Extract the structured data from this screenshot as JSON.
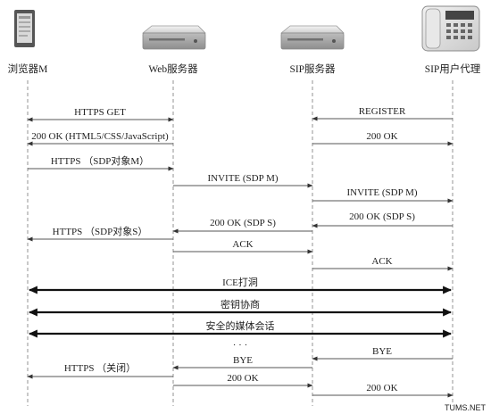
{
  "participants": {
    "browser": "浏览器M",
    "web_server": "Web服务器",
    "sip_server": "SIP服务器",
    "sip_agent": "SIP用户代理"
  },
  "messages": {
    "https_get": "HTTPS GET",
    "ok_html5": "200 OK (HTML5/CSS/JavaScript)",
    "https_sdp_m": "HTTPS （SDP对象M）",
    "register": "REGISTER",
    "ok_register": "200 OK",
    "invite_web": "INVITE (SDP M)",
    "invite_sip": "INVITE (SDP M)",
    "ok_sdp_s_sip": "200 OK (SDP S)",
    "ok_sdp_s_web": "200 OK (SDP S)",
    "https_sdp_s": "HTTPS （SDP对象S）",
    "ack_web": "ACK",
    "ack_sip": "ACK",
    "ice": "ICE打洞",
    "key_negotiation": "密钥协商",
    "secure_media": "安全的媒体会话",
    "ellipsis": "· · ·",
    "bye_sip": "BYE",
    "bye_web": "BYE",
    "https_close": "HTTPS （关闭）",
    "ok_bye_web": "200 OK",
    "ok_bye_sip": "200 OK"
  },
  "watermark": "TUMS.NET"
}
